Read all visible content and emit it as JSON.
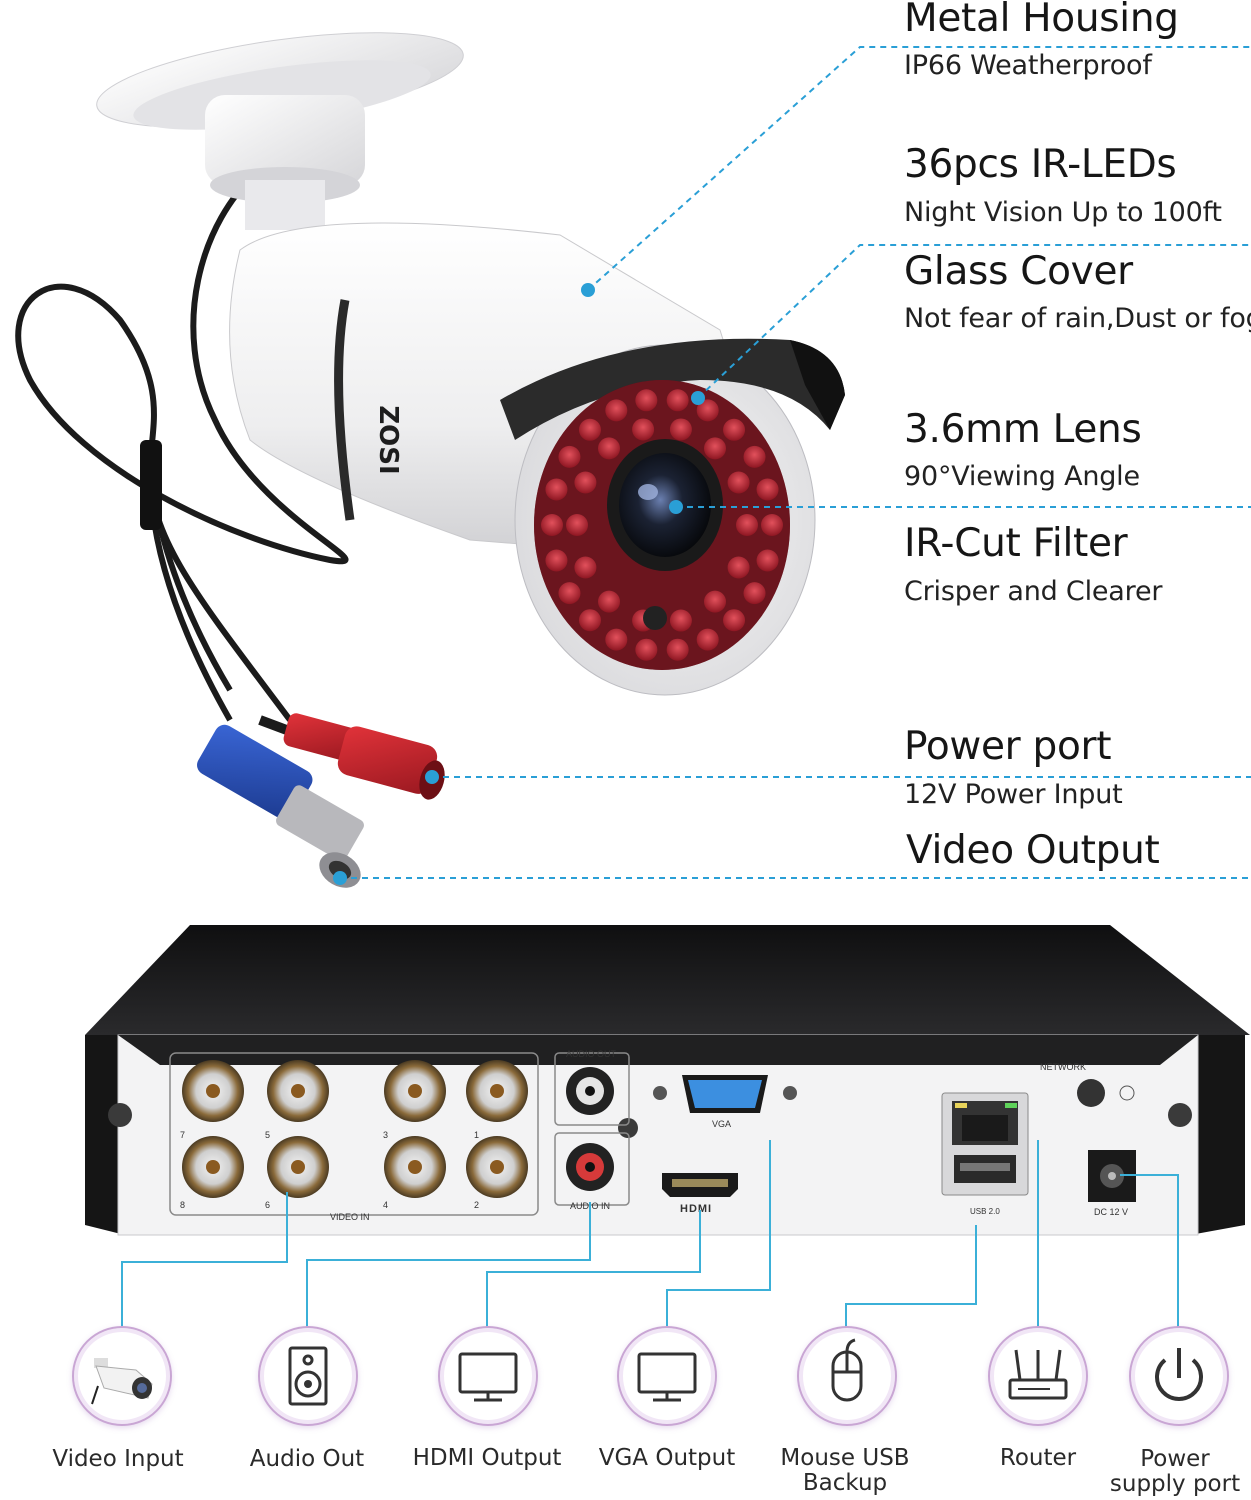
{
  "features": [
    {
      "title": "Metal Housing",
      "subtitle": "IP66 Weatherproof"
    },
    {
      "title": "36pcs IR-LEDs",
      "subtitle": "Night Vision Up to 100ft"
    },
    {
      "title": "Glass Cover",
      "subtitle": "Not fear of rain,Dust or fog"
    },
    {
      "title": "3.6mm Lens",
      "subtitle": "90°Viewing Angle"
    },
    {
      "title": "IR-Cut Filter",
      "subtitle": "Crisper and Clearer"
    },
    {
      "title": "Power port",
      "subtitle": "12V  Power Input"
    },
    {
      "title": "Video Output",
      "subtitle": ""
    }
  ],
  "camera": {
    "brand": "ZOSI"
  },
  "dvr": {
    "ports": {
      "audio_out": "AUDIO OUT",
      "audio_in": "AUDIO IN",
      "vga": "VGA",
      "hdmi": "HDMI",
      "network": "NETWORK",
      "usb": "USB 2.0",
      "dc": "DC 12 V",
      "video_in": "VIDEO IN",
      "bnc_numbers": [
        "7",
        "5",
        "3",
        "1",
        "8",
        "6",
        "4",
        "2"
      ]
    }
  },
  "connections": [
    {
      "label": "Video Input",
      "icon": "camera-icon"
    },
    {
      "label": "Audio Out",
      "icon": "speaker-icon"
    },
    {
      "label": "HDMI Output",
      "icon": "monitor-icon"
    },
    {
      "label": "VGA Output",
      "icon": "monitor-icon"
    },
    {
      "label": "Mouse USB Backup",
      "icon": "mouse-icon"
    },
    {
      "label": "Router",
      "icon": "router-icon"
    },
    {
      "label": "Power supply port",
      "icon": "power-icon"
    }
  ],
  "colors": {
    "accent_line": "#2a9fd6",
    "connector_line": "#3bb0d8",
    "icon_ring": "#c9a6d4",
    "led_red": "#b3232f"
  }
}
